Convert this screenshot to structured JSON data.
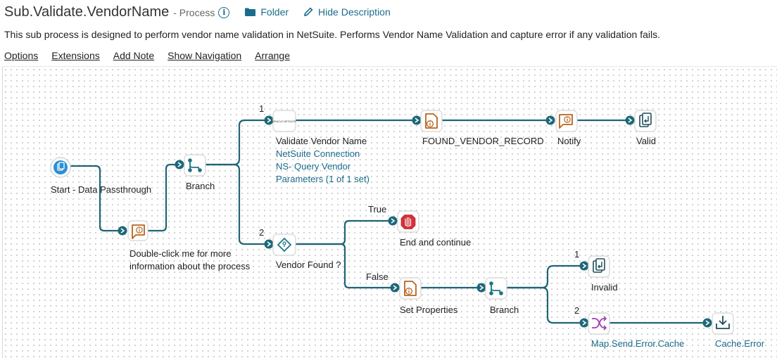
{
  "header": {
    "title": "Sub.Validate.VendorName",
    "subtitle": "- Process",
    "folder_label": "Folder",
    "hide_desc_label": "Hide Description"
  },
  "description": "This sub process is designed to perform vendor name validation in NetSuite. Performs Vendor Name Validation and capture error if any validation fails.",
  "menu": {
    "options": "Options",
    "extensions": "Extensions",
    "add_note": "Add Note",
    "show_navigation": "Show Navigation",
    "arrange": "Arrange"
  },
  "shapes": {
    "start": {
      "label": "Start - Data Passthrough"
    },
    "note": {
      "line1": "Double-click me for more",
      "line2": "information about the process"
    },
    "branch1": {
      "label": "Branch",
      "path1": "1",
      "path2": "2"
    },
    "validate": {
      "label": "Validate Vendor Name",
      "connection": "NetSuite Connection",
      "operation": "NS- Query Vendor",
      "params": "Parameters (1 of 1 set)",
      "logo": "ORACLE NETSUITE"
    },
    "found_record": {
      "label": "FOUND_VENDOR_RECORD"
    },
    "notify": {
      "label": "Notify"
    },
    "valid": {
      "label": "Valid"
    },
    "decision": {
      "label": "Vendor Found ?",
      "true_label": "True",
      "false_label": "False"
    },
    "stop": {
      "label": "End and continue"
    },
    "set_props": {
      "label": "Set Properties"
    },
    "branch2": {
      "label": "Branch",
      "path1": "1",
      "path2": "2"
    },
    "invalid": {
      "label": "Invalid"
    },
    "map": {
      "label": "Map.Send.Error.Cache"
    },
    "cache": {
      "label": "Cache.Error"
    }
  },
  "colors": {
    "link": "#1a6c8c",
    "connector": "#1f6575",
    "start_blue": "#2b8fd6",
    "note_brown": "#b5651d",
    "stop_red": "#d0313a",
    "map_purple": "#a23db6",
    "teal": "#1d7584"
  }
}
